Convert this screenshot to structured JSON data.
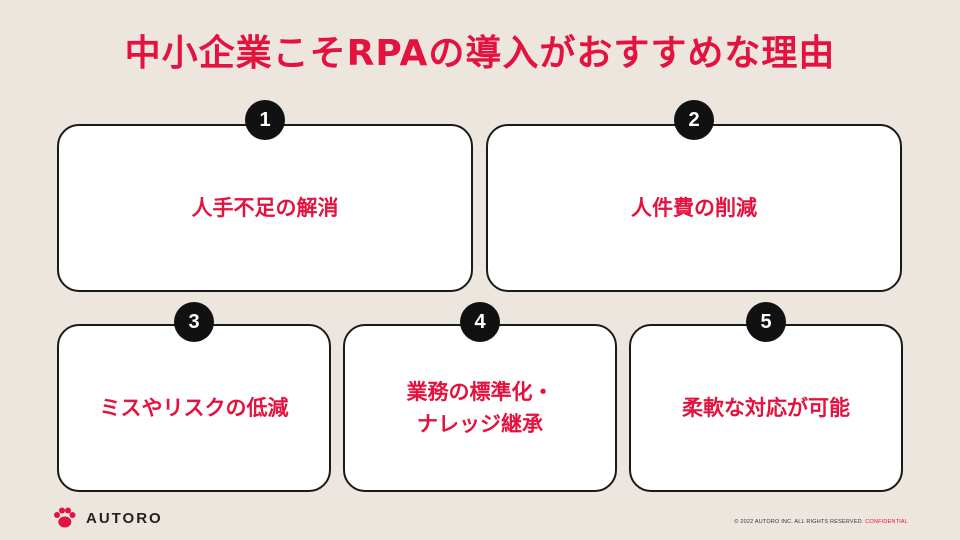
{
  "title": "中小企業こそRPAの導入がおすすめな理由",
  "items": [
    {
      "number": "1",
      "label": "人手不足の解消"
    },
    {
      "number": "2",
      "label": "人件費の削減"
    },
    {
      "number": "3",
      "label": "ミスやリスクの低減"
    },
    {
      "number": "4",
      "label": "業務の標準化・\nナレッジ継承"
    },
    {
      "number": "5",
      "label": "柔軟な対応が可能"
    }
  ],
  "logo": {
    "text": "AUTORO",
    "icon": "paw-icon"
  },
  "footer": {
    "copyright": "© 2022 AUTORO INC. ALL RIGHTS RESERVED.",
    "confidential": "CONFIDENTIAL"
  },
  "colors": {
    "accent": "#e4123f",
    "background": "#ece6df",
    "badge": "#111111",
    "card": "#ffffff"
  }
}
